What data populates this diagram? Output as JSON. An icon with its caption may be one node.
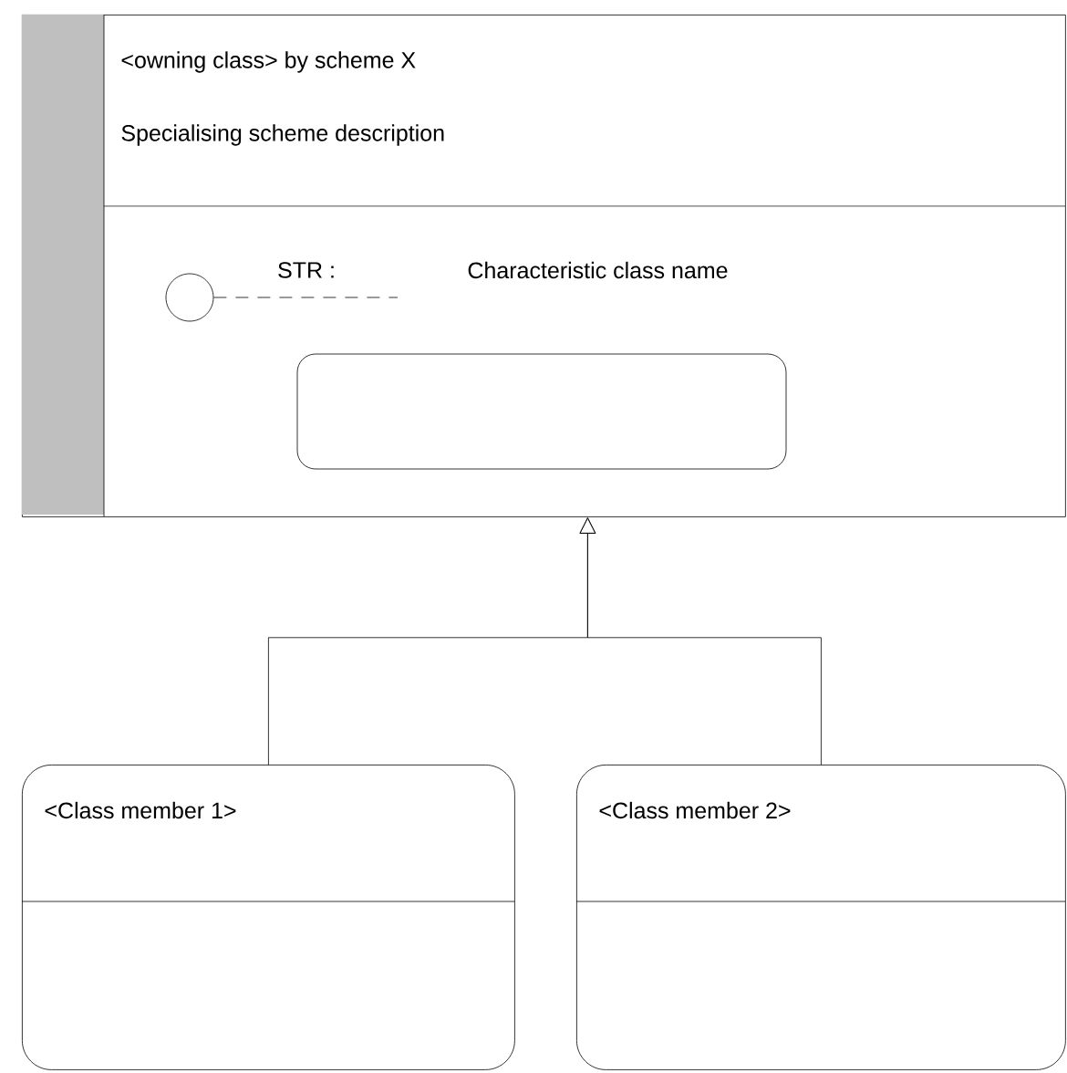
{
  "diagram": {
    "nodes": [
      {
        "text": [
          "<owning class> by scheme X",
          "Specialising scheme description"
        ]
      },
      {
        "text": [],
        "shape": "circle",
        "in": 0
      },
      {
        "text": [],
        "shape": "box",
        "in": 0
      },
      {
        "text": [
          "<Class member 1>"
        ]
      },
      {
        "text": [
          "<Class member 2>"
        ]
      }
    ],
    "edges": [
      {
        "from": 1,
        "to": null,
        "arrow": "none",
        "style": "dashed",
        "label": "STR :"
      },
      {
        "from": 3,
        "to": 0,
        "arrow": "to"
      },
      {
        "from": 4,
        "to": 0,
        "arrow": "to"
      }
    ],
    "labels": [
      "Characteristic class name"
    ]
  }
}
